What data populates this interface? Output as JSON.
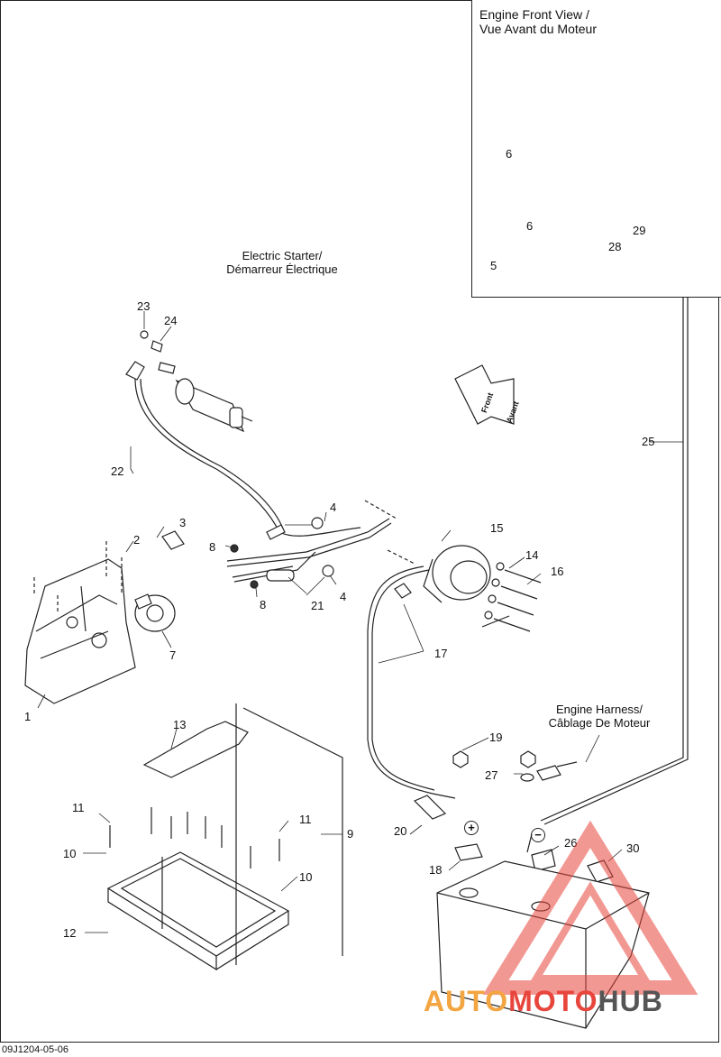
{
  "inset": {
    "title": "Engine Front View /\nVue Avant du Moteur"
  },
  "labels": {
    "electric_starter": "Electric Starter/\nDémarreur Électrique",
    "engine_harness": "Engine Harness/\nCâblage De Moteur",
    "front_arrow_line1": "Front",
    "front_arrow_line2": "Avant"
  },
  "callouts": {
    "c1": "1",
    "c2": "2",
    "c3": "3",
    "c4a": "4",
    "c4b": "4",
    "c5": "5",
    "c6a": "6",
    "c6b": "6",
    "c7": "7",
    "c8a": "8",
    "c8b": "8",
    "c9": "9",
    "c10a": "10",
    "c10b": "10",
    "c11a": "11",
    "c11b": "11",
    "c12": "12",
    "c13": "13",
    "c14": "14",
    "c15": "15",
    "c16": "16",
    "c17": "17",
    "c18": "18",
    "c19": "19",
    "c20": "20",
    "c21": "21",
    "c22": "22",
    "c23": "23",
    "c24": "24",
    "c25": "25",
    "c26": "26",
    "c27": "27",
    "c28": "28",
    "c29": "29",
    "c30": "30"
  },
  "battery_terminals": {
    "plus": "+",
    "minus": "−"
  },
  "drawing_code": "09J1204-05-06",
  "watermark": {
    "part1": "AUTO",
    "part2": "MOTO",
    "part3": "HUB",
    "color1": "#f2a541",
    "color2": "#e8453c",
    "color3": "#555555"
  }
}
